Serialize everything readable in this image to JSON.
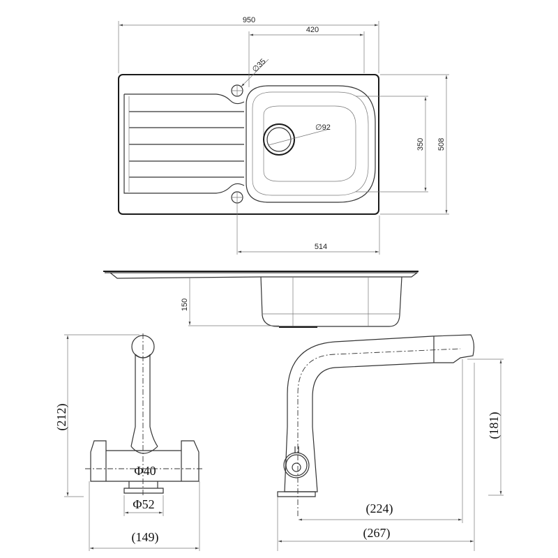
{
  "sink_plan": {
    "overall_width": "950",
    "bowl_width": "420",
    "tap_hole_diameter": "∅35",
    "waste_diameter": "∅92",
    "bowl_length": "350",
    "overall_depth": "508",
    "hole_to_edge": "514"
  },
  "sink_side": {
    "bowl_depth": "150"
  },
  "tap_front": {
    "height": "(212)",
    "base_diameter": "Φ40",
    "flange_diameter": "Φ52",
    "width": "(149)"
  },
  "tap_side": {
    "spout_height": "(181)",
    "reach": "(224)",
    "overall_length": "(267)"
  }
}
